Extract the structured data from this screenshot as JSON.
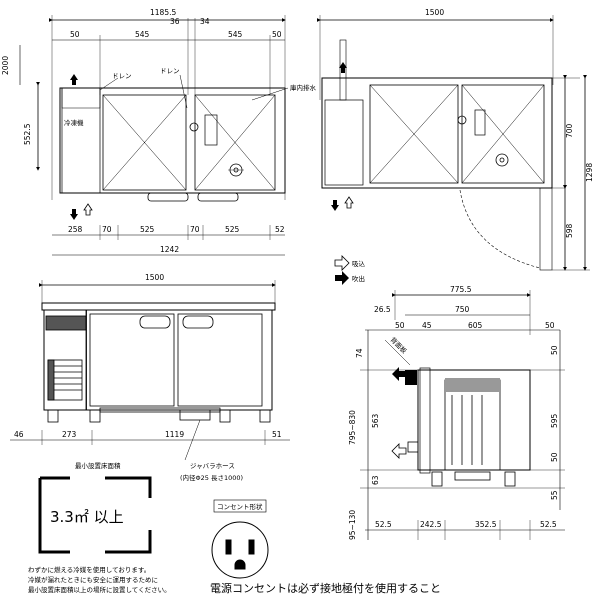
{
  "top_view": {
    "dims_top": [
      "1185.5",
      "50",
      "545",
      "36",
      "34",
      "545",
      "50"
    ],
    "dims_left": [
      "2000",
      "552.5"
    ],
    "dims_bottom": [
      "258",
      "70",
      "525",
      "70",
      "525",
      "52",
      "1242"
    ],
    "labels": {
      "drain_left": "ドレン",
      "drain_right": "ドレン",
      "heat": "冷凍機",
      "drain_inside": "庫内排水"
    }
  },
  "side_top": {
    "dims": [
      "1500",
      "700",
      "1298",
      "598"
    ]
  },
  "legend": {
    "intake": "吸込",
    "exhaust": "吹出"
  },
  "front_view": {
    "dims": [
      "1500",
      "46",
      "273",
      "1119",
      "51"
    ],
    "hose_label": "ジャバラホース",
    "hose_spec": "(内径Φ25  長さ1000)"
  },
  "side_view": {
    "dims_top": [
      "775.5",
      "750",
      "26.5",
      "50",
      "45",
      "605",
      "50"
    ],
    "dims_left": [
      "74",
      "563",
      "795~830",
      "63",
      "95~130"
    ],
    "dims_right": [
      "50",
      "595",
      "50",
      "55"
    ],
    "dims_bottom": [
      "52.5",
      "242.5",
      "352.5",
      "52.5"
    ],
    "label_rear": "背面板"
  },
  "min_space": {
    "title": "最小設置床面積",
    "value": "3.3㎡ 以上",
    "note1": "わずかに燃える冷媒を使用しております。",
    "note2": "冷媒が漏れたときにも安全に運用するために",
    "note3": "最小設置床面積以上の場所に設置してください。"
  },
  "outlet": {
    "title": "コンセント形状",
    "warning": "電源コンセントは必ず接地極付を使用すること"
  }
}
